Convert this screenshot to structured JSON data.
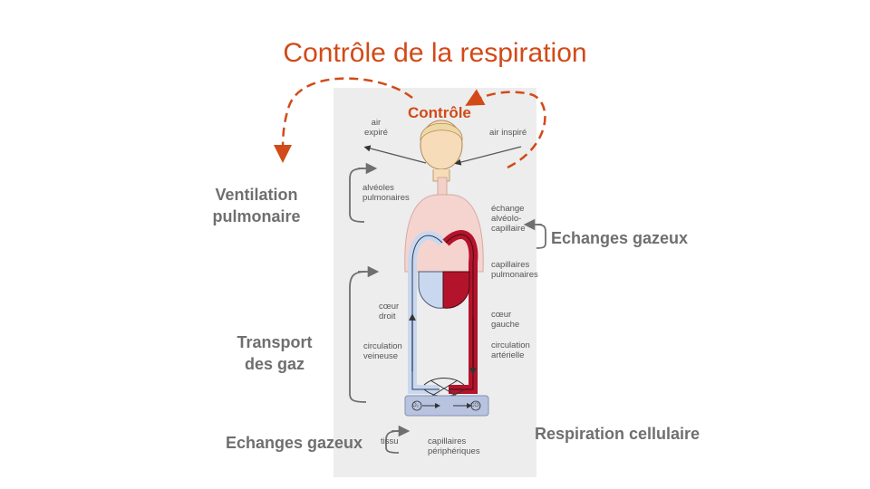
{
  "title": "Contrôle de la respiration",
  "control_label": "Contrôle",
  "side_labels": {
    "ventilation": [
      "Ventilation",
      "pulmonaire"
    ],
    "echanges_top": "Echanges gazeux",
    "transport": [
      "Transport",
      "des gaz"
    ],
    "echanges_bottom": "Echanges gazeux",
    "respiration": "Respiration cellulaire"
  },
  "diagram_labels": {
    "air_expire": [
      "air",
      "expiré"
    ],
    "air_inspire": "air inspiré",
    "alveoles": [
      "alvéoles",
      "pulmonaires"
    ],
    "echange": [
      "échange",
      "alvéolo-",
      "capillaire"
    ],
    "capillaires_pulm": [
      "capillaires",
      "pulmonaires"
    ],
    "coeur_droit": [
      "cœur",
      "droit"
    ],
    "coeur_gauche": [
      "cœur",
      "gauche"
    ],
    "circ_veineuse": [
      "circulation",
      "veineuse"
    ],
    "circ_arterielle": [
      "circulation",
      "artérielle"
    ],
    "tissu": "tissu",
    "capillaires_periph": [
      "capillaires",
      "périphériques"
    ],
    "o2": "O₂",
    "co2": "CO₂"
  },
  "colors": {
    "accent": "#d24a17",
    "label_gray": "#6f6f6f",
    "venous_blue": "#c9d8ee",
    "arterial_red": "#b3142c",
    "lung_pink": "#f5d4d0",
    "tissue_blue": "#b8c3e0"
  }
}
